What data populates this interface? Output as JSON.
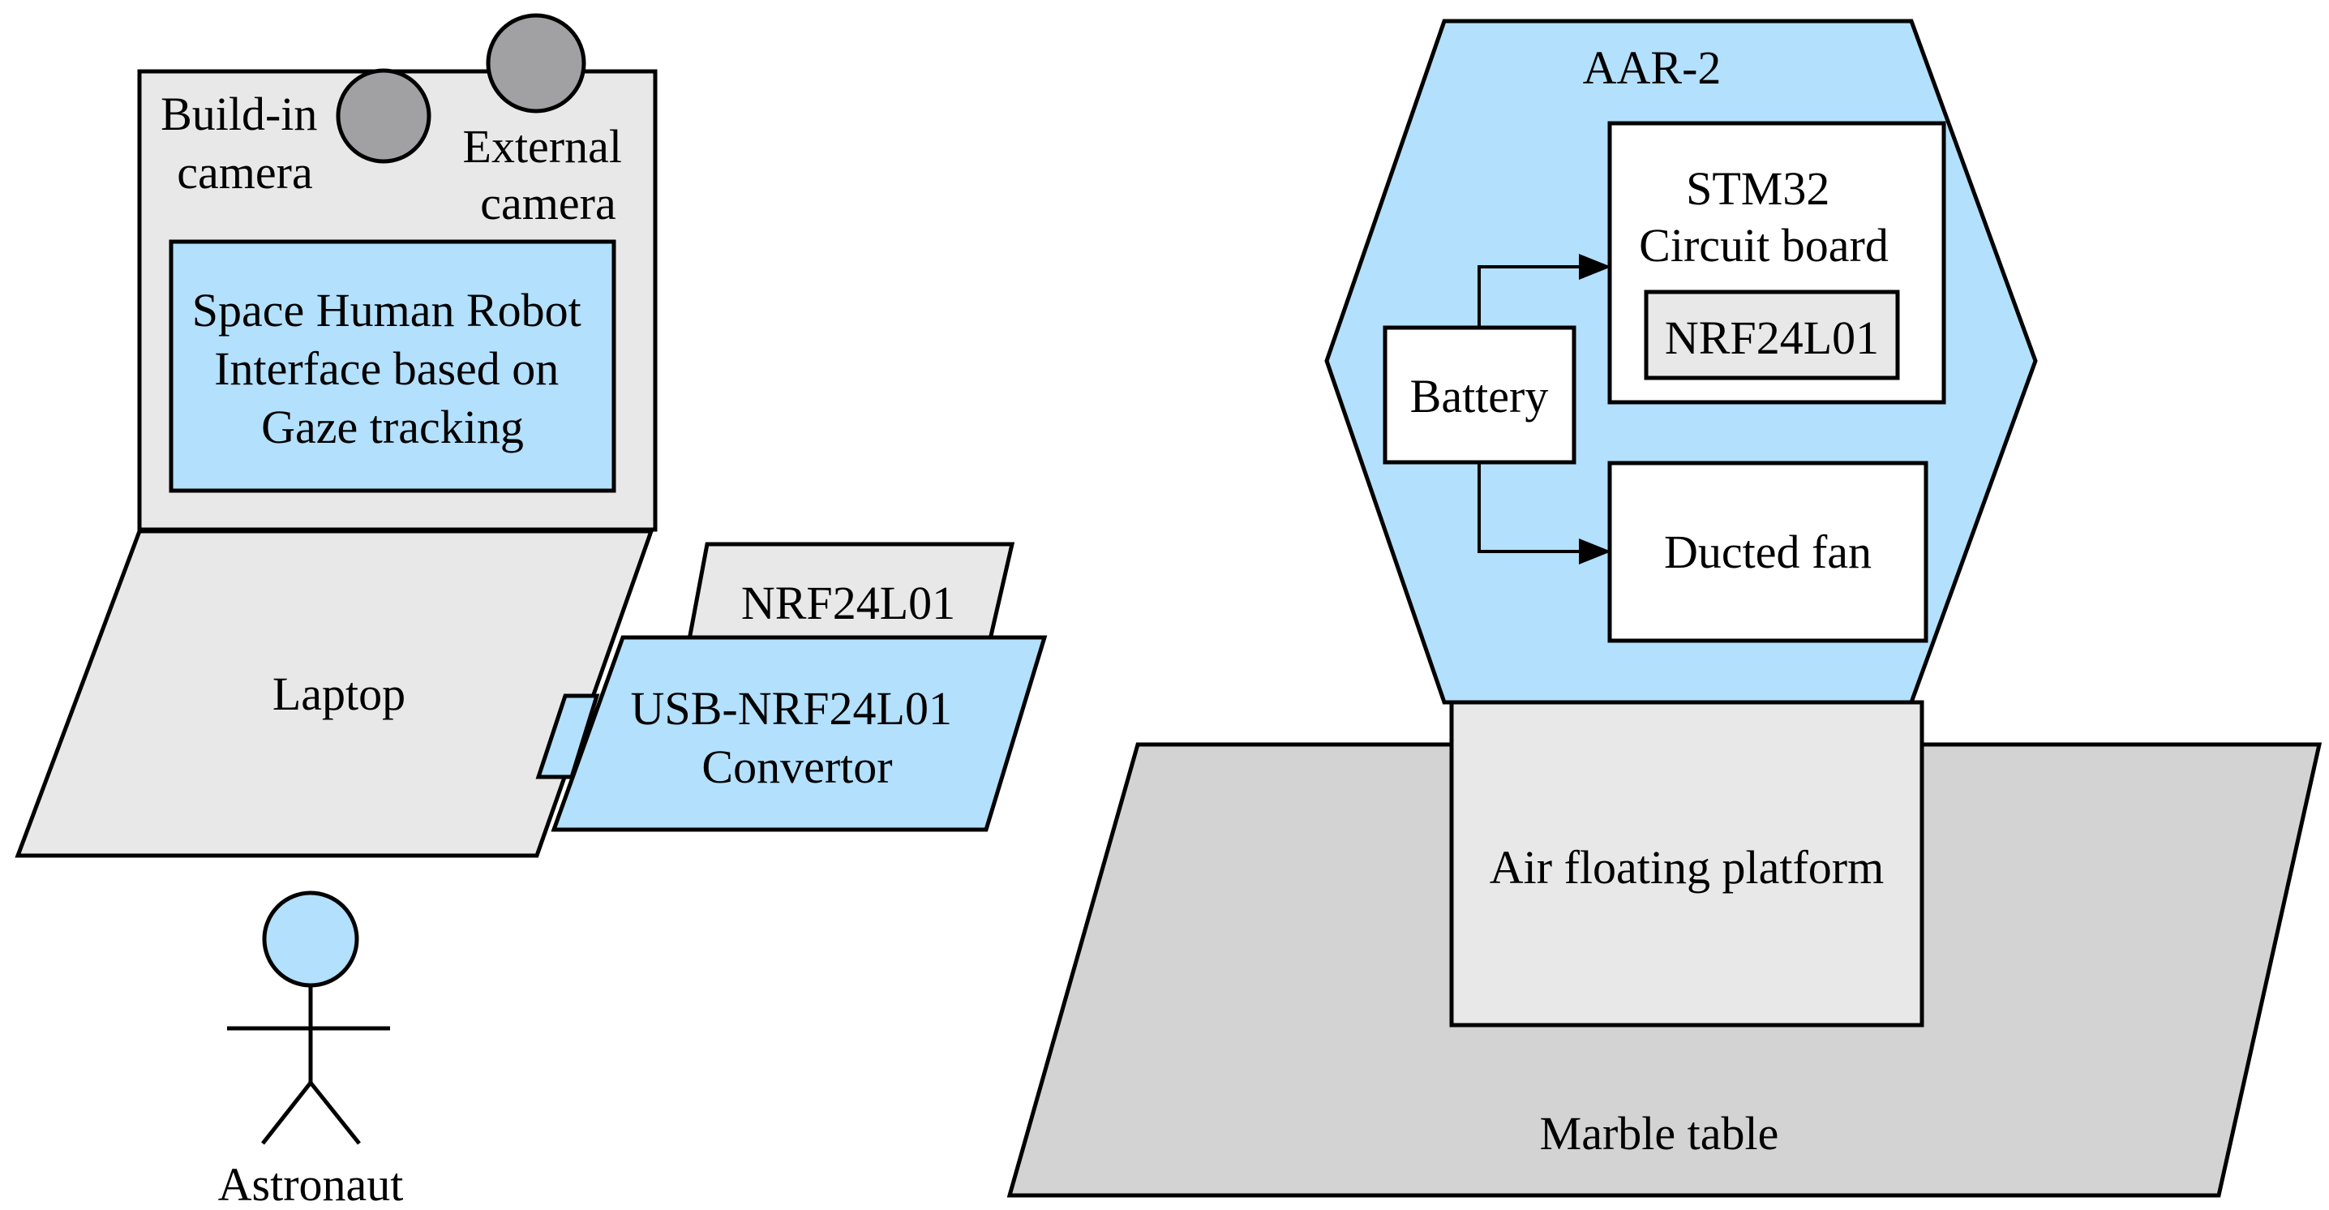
{
  "colors": {
    "light_blue": "#b3e0fc",
    "light_gray": "#e8e8e8",
    "mid_gray": "#d3d3d3",
    "camera_gray": "#a1a1a4",
    "white": "#ffffff",
    "stroke": "#000000"
  },
  "laptop": {
    "build_in_camera": [
      "Build-in",
      "camera"
    ],
    "external_camera": [
      "External",
      "camera"
    ],
    "interface": [
      "Space Human Robot",
      "Interface based on",
      "Gaze tracking"
    ],
    "label": "Laptop"
  },
  "radio": {
    "nrf_label": "NRF24L01",
    "converter": [
      "USB-NRF24L01",
      "Convertor"
    ]
  },
  "astronaut": {
    "label": "Astronaut"
  },
  "robot": {
    "name": "AAR-2",
    "board": [
      "STM32",
      "Circuit board"
    ],
    "board_nrf": "NRF24L01",
    "battery": "Battery",
    "fan": "Ducted fan",
    "platform": "Air floating platform",
    "table": "Marble table"
  }
}
